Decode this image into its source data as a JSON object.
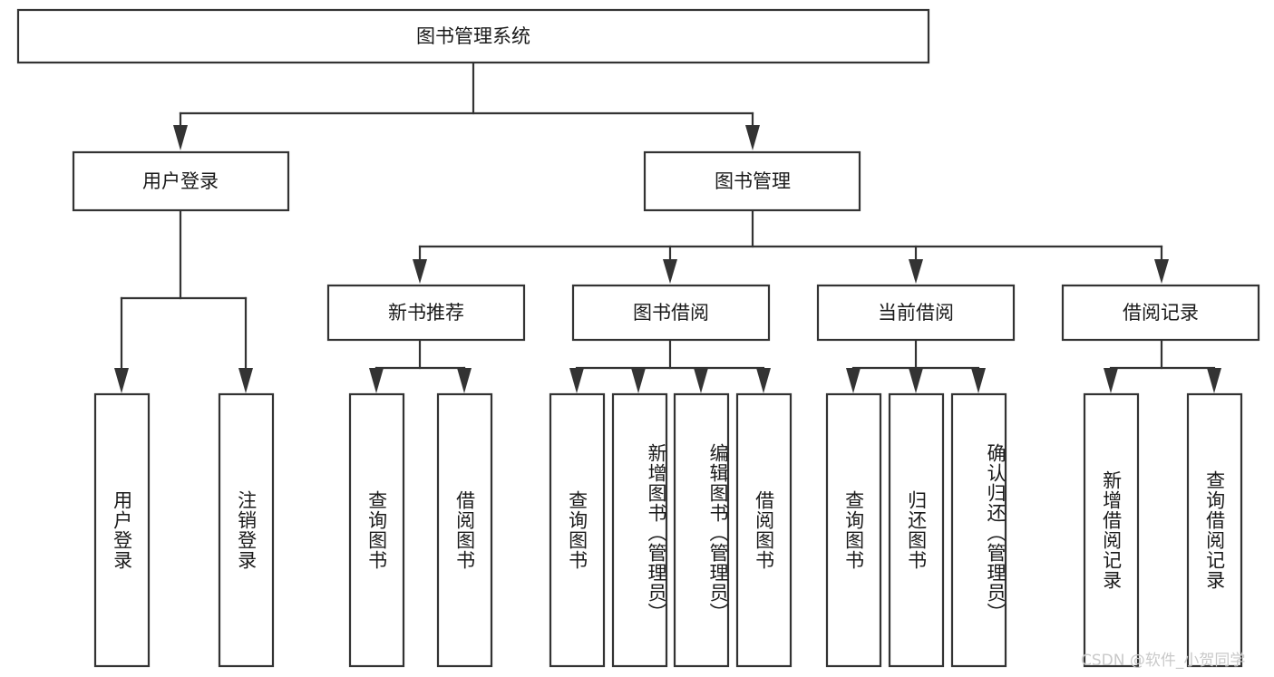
{
  "diagram": {
    "title": "图书管理系统",
    "type": "tree-hierarchy-chart",
    "root": {
      "id": "root",
      "label": "图书管理系统",
      "orientation": "horizontal"
    },
    "level2": [
      {
        "id": "user-login",
        "label": "用户登录",
        "orientation": "horizontal"
      },
      {
        "id": "book-management",
        "label": "图书管理",
        "orientation": "horizontal"
      }
    ],
    "level3": [
      {
        "id": "new-book-recommend",
        "label": "新书推荐",
        "orientation": "horizontal",
        "parent": "book-management"
      },
      {
        "id": "book-borrow",
        "label": "图书借阅",
        "orientation": "horizontal",
        "parent": "book-management"
      },
      {
        "id": "current-borrow",
        "label": "当前借阅",
        "orientation": "horizontal",
        "parent": "book-management"
      },
      {
        "id": "borrow-record",
        "label": "借阅记录",
        "orientation": "horizontal",
        "parent": "book-management"
      }
    ],
    "leaves": [
      {
        "id": "leaf-user-login",
        "label": "用户登录",
        "orientation": "vertical",
        "parent": "user-login"
      },
      {
        "id": "leaf-logout-login",
        "label": "注销登录",
        "orientation": "vertical",
        "parent": "user-login"
      },
      {
        "id": "leaf-query-book-1",
        "label": "查询图书",
        "orientation": "vertical",
        "parent": "new-book-recommend"
      },
      {
        "id": "leaf-borrow-book-1",
        "label": "借阅图书",
        "orientation": "vertical",
        "parent": "new-book-recommend"
      },
      {
        "id": "leaf-query-book-2",
        "label": "查询图书",
        "orientation": "vertical",
        "parent": "book-borrow"
      },
      {
        "id": "leaf-add-book-admin",
        "label": "新增图书（管理员）",
        "orientation": "vertical",
        "parent": "book-borrow"
      },
      {
        "id": "leaf-edit-book-admin",
        "label": "编辑图书（管理员）",
        "orientation": "vertical",
        "parent": "book-borrow"
      },
      {
        "id": "leaf-borrow-book-2",
        "label": "借阅图书",
        "orientation": "vertical",
        "parent": "book-borrow"
      },
      {
        "id": "leaf-query-book-3",
        "label": "查询图书",
        "orientation": "vertical",
        "parent": "current-borrow"
      },
      {
        "id": "leaf-return-book",
        "label": "归还图书",
        "orientation": "vertical",
        "parent": "current-borrow"
      },
      {
        "id": "leaf-confirm-return-admin",
        "label": "确认归还（管理员）",
        "orientation": "vertical",
        "parent": "current-borrow"
      },
      {
        "id": "leaf-add-borrow-record",
        "label": "新增借阅记录",
        "orientation": "vertical",
        "parent": "borrow-record"
      },
      {
        "id": "leaf-query-borrow-record",
        "label": "查询借阅记录",
        "orientation": "vertical",
        "parent": "borrow-record"
      }
    ],
    "colors": {
      "box_stroke": "#333333",
      "box_fill": "#ffffff",
      "text": "#1a1a1a",
      "connector": "#333333",
      "background": "#ffffff",
      "watermark": "#c9c9c9"
    }
  },
  "watermark": {
    "text": "CSDN @软件_小贺同学"
  }
}
